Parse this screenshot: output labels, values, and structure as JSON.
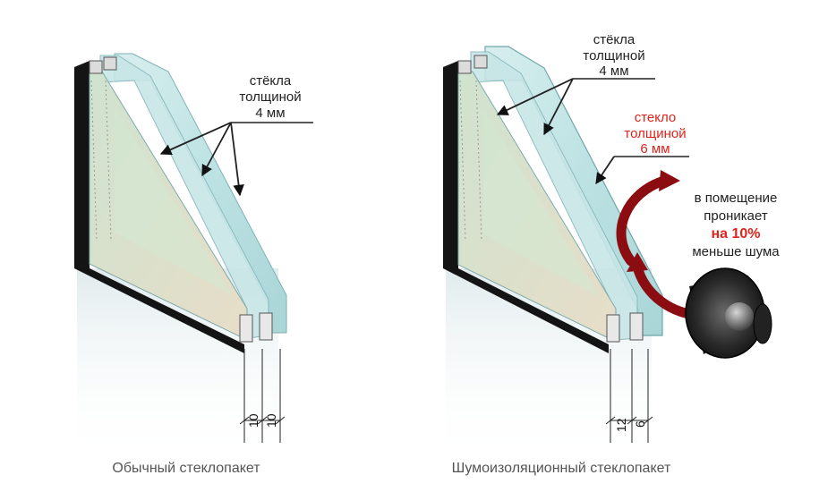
{
  "left_panel": {
    "glass_label": [
      "стёкла",
      "толщиной",
      "4 мм"
    ],
    "dims": [
      "10",
      "10"
    ],
    "caption": "Обычный стеклопакет"
  },
  "right_panel": {
    "glass_label": [
      "стёкла",
      "толщиной",
      "4 мм"
    ],
    "thick_glass_label": [
      "стекло",
      "толщиной",
      "6 мм"
    ],
    "noise_text": [
      "в помещение",
      "проникает",
      "на 10%",
      "меньше шума"
    ],
    "dims": [
      "12",
      "6"
    ],
    "caption": "Шумоизоляционный стеклопакет"
  },
  "colors": {
    "accent_red": "#e0231c",
    "arrow_dark_red": "#8b0d12",
    "glass": "#bfe3e4"
  }
}
